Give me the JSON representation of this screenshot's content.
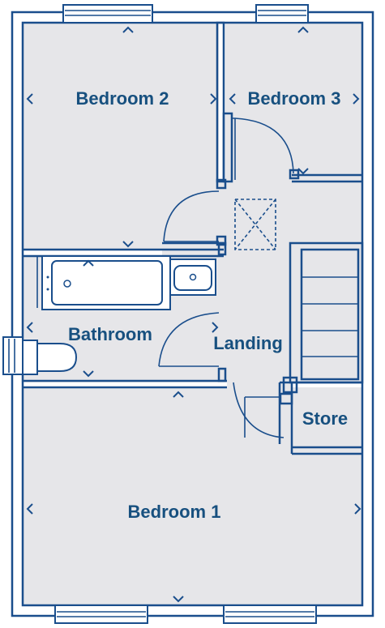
{
  "rooms": {
    "bedroom2": "Bedroom 2",
    "bedroom3": "Bedroom 3",
    "bathroom": "Bathroom",
    "landing": "Landing",
    "store": "Store",
    "bedroom1": "Bedroom 1"
  },
  "colors": {
    "wall": "#1a4e8c",
    "label": "#17507f",
    "floor": "#e6e6e9",
    "background": "#ffffff"
  },
  "icons": [
    "chevron-marker-icon",
    "loft-hatch-icon",
    "bath-icon",
    "basin-icon",
    "toilet-icon",
    "staircase-icon"
  ]
}
